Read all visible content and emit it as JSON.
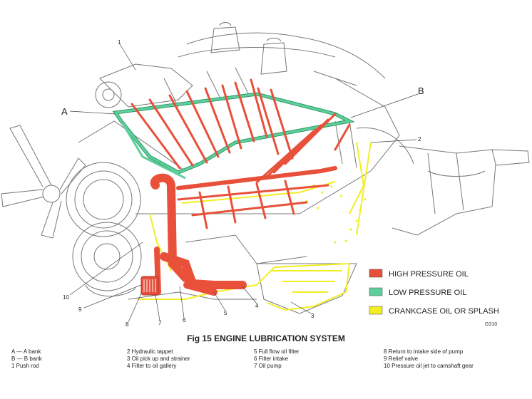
{
  "callouts": {
    "A": "A",
    "B": "B",
    "c1": "1",
    "c2": "2",
    "c3": "3",
    "c4": "4",
    "c5": "5",
    "c6": "6",
    "c7": "7",
    "c8": "8",
    "c9": "9",
    "c10": "10"
  },
  "legend": {
    "items": [
      {
        "label": "HIGH PRESSURE OIL",
        "color": "#e8503a"
      },
      {
        "label": "LOW PRESSURE OIL",
        "color": "#5ecf9a"
      },
      {
        "label": "CRANKCASE OIL OR SPLASH",
        "color": "#f2ee22"
      }
    ]
  },
  "code": "G310",
  "caption": "Fig 15 ENGINE LUBRICATION SYSTEM",
  "key": {
    "col1": [
      "A — A bank",
      "B — B bank",
      "1  Push rod"
    ],
    "col2": [
      "2  Hydraulic tappet",
      "3  Oil pick up and strainer",
      "4  Filter to oil gallery"
    ],
    "col3": [
      "5  Full flow oil filter",
      "6  Filter intake",
      "7  Oil pump"
    ],
    "col4": [
      "8  Return to intake side of pump",
      "9  Relief valve",
      "10  Pressure oil jet to camshaft gear"
    ]
  },
  "colors": {
    "high_pressure": "#e8503a",
    "low_pressure": "#5ecf9a",
    "crankcase": "#f2ee22",
    "outline": "#6f6f6f"
  }
}
